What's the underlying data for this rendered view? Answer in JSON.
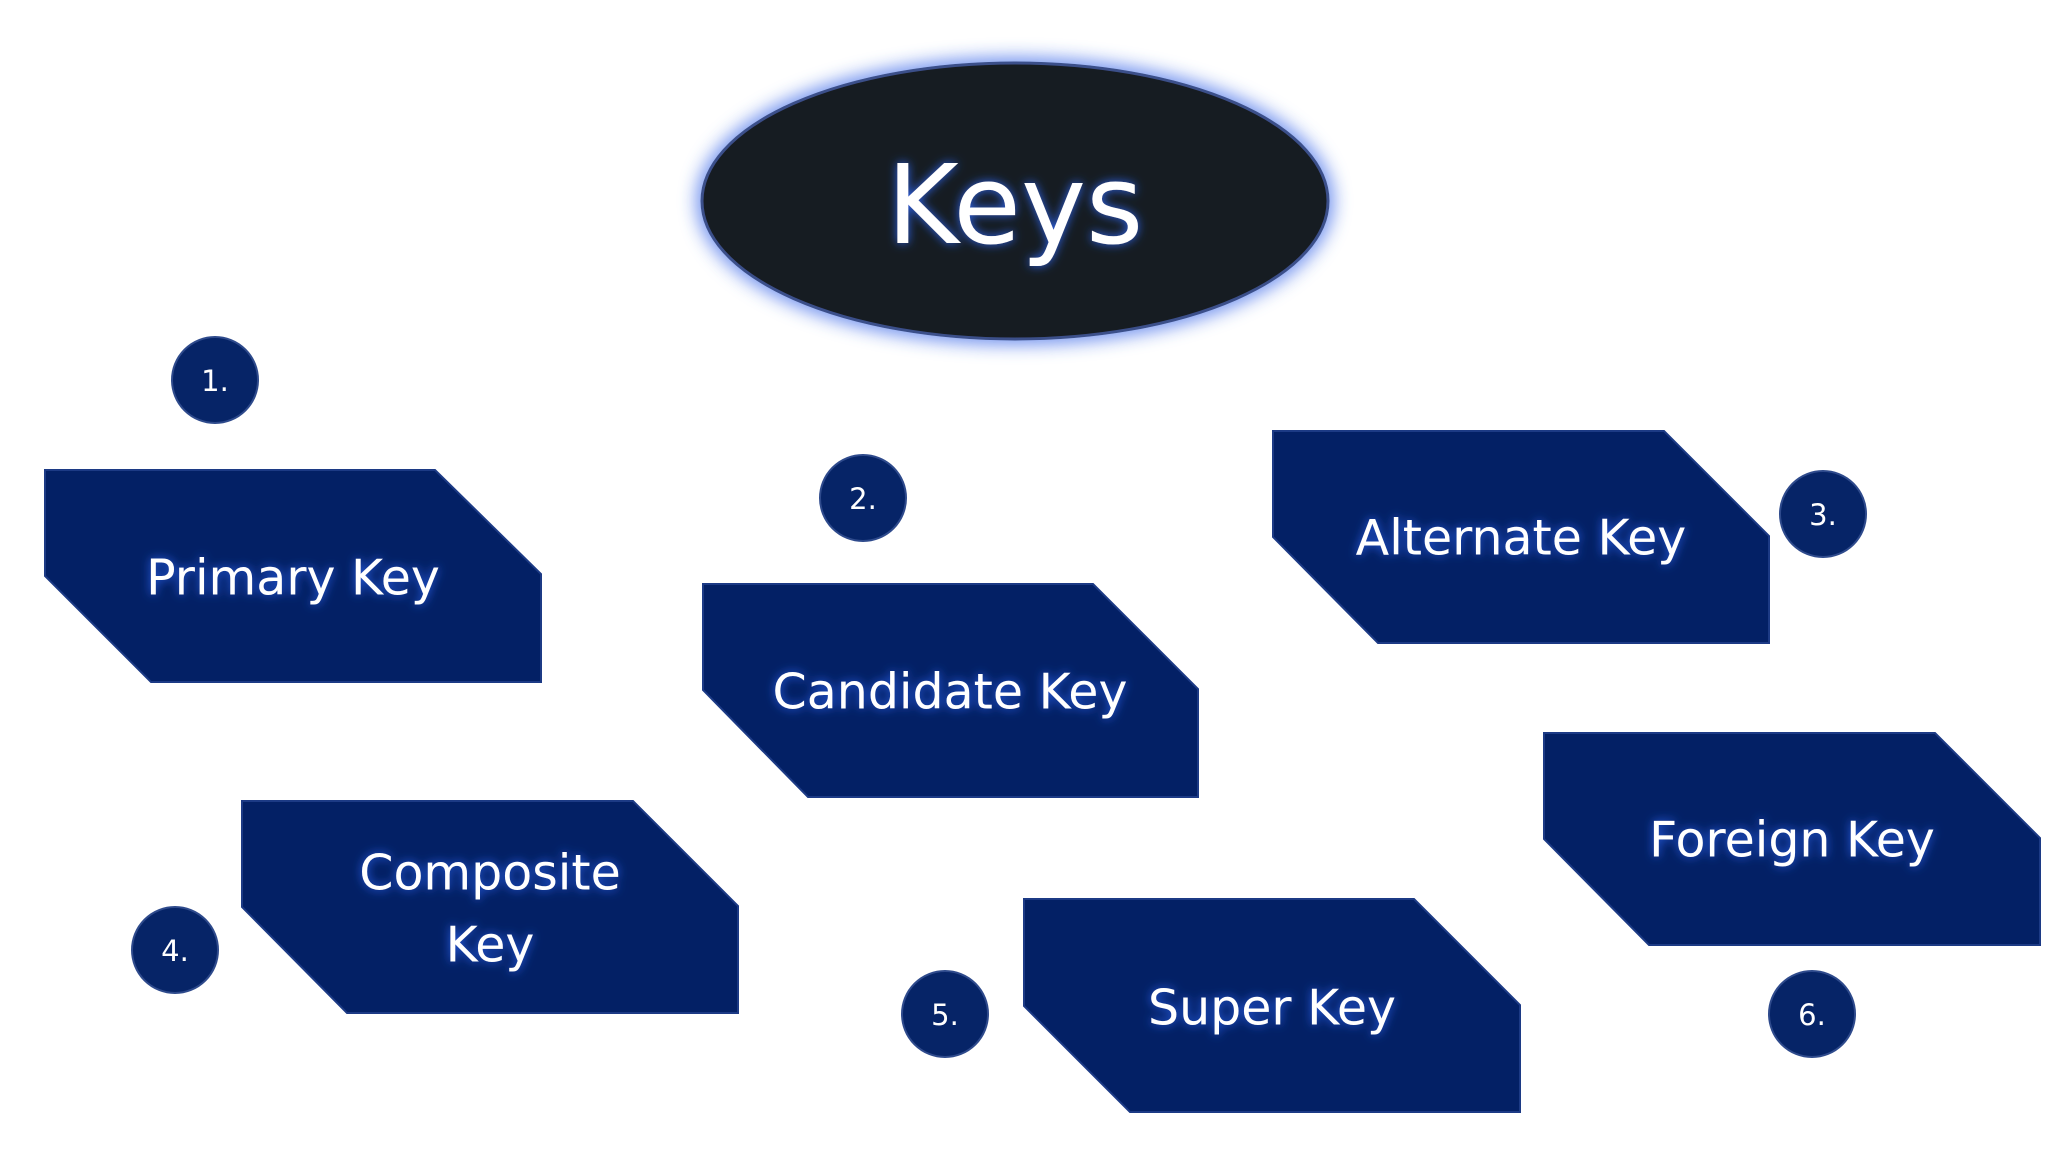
{
  "title": "Keys",
  "keys": [
    {
      "number": "1.",
      "label": "Primary Key"
    },
    {
      "number": "2.",
      "label": "Candidate Key"
    },
    {
      "number": "3.",
      "label": "Alternate Key"
    },
    {
      "number": "4.",
      "label": "Composite Key",
      "label_lines": [
        "Composite",
        "Key"
      ]
    },
    {
      "number": "5.",
      "label": "Super Key"
    },
    {
      "number": "6.",
      "label": "Foreign Key"
    }
  ],
  "colors": {
    "background": "#ffffff",
    "shape_fill": "#032065",
    "title_fill": "#191b22",
    "title_glow": "#8aa4f2",
    "text": "#ffffff"
  }
}
